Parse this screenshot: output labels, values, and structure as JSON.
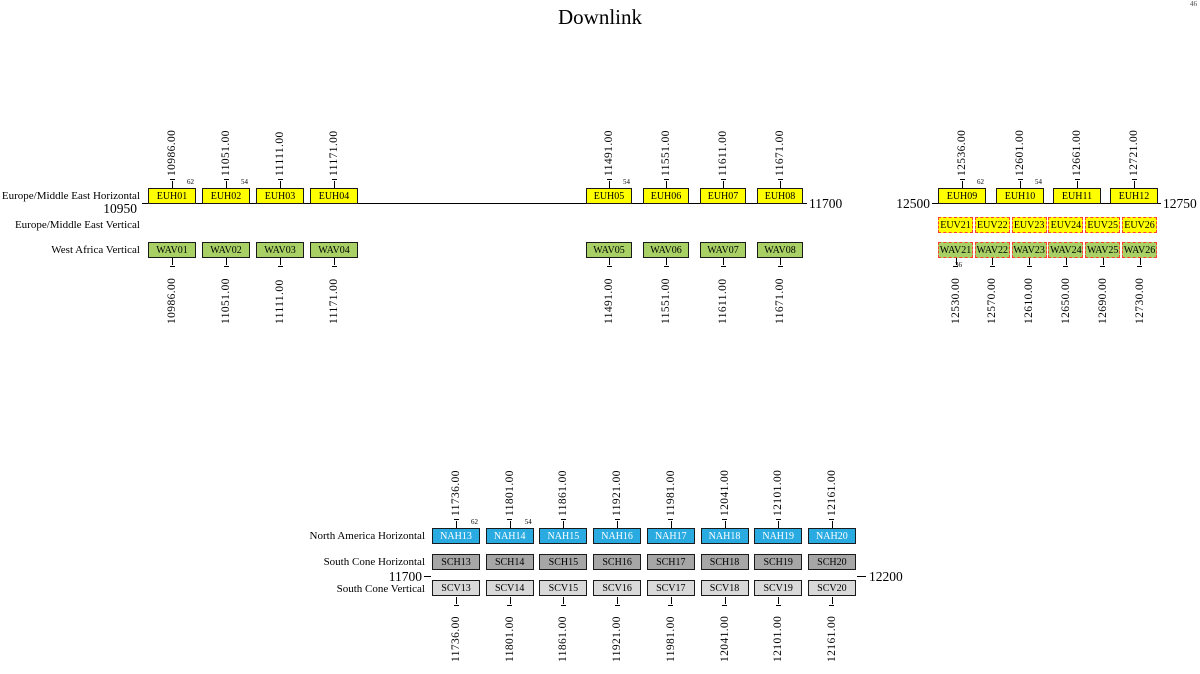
{
  "title": "Downlink",
  "corner_note": "46",
  "colors": {
    "euh_fill": "#FFFF00",
    "euv_fill": "#FFFF00",
    "wav_fill": "#A8D065",
    "nah_fill": "#29ABE2",
    "sch_fill": "#A6A6A6",
    "scv_fill": "#D9D9D9",
    "dashed_border": "#FF4030",
    "nah_text": "#FFFFFF",
    "line": "#000000"
  },
  "top_section": {
    "row_labels": {
      "euh": "Europe/Middle East Horizontal",
      "euv": "Europe/Middle East Vertical",
      "wav": "West Africa Vertical"
    },
    "axis_labels": {
      "left": "10950",
      "mid": "11700",
      "right_start": "12500",
      "right_end": "12750"
    },
    "groups": [
      {
        "freqs_top": [
          "10986.00",
          "11051.00",
          "11111.00",
          "11171.00"
        ],
        "euh_boxes": [
          "EUH01",
          "EUH02",
          "EUH03",
          "EUH04"
        ],
        "wav_boxes": [
          "WAV01",
          "WAV02",
          "WAV03",
          "WAV04"
        ],
        "freqs_bottom": [
          "10986.00",
          "11051.00",
          "11111.00",
          "11171.00"
        ],
        "bw_top": [
          "62",
          "54",
          "",
          ""
        ]
      },
      {
        "freqs_top": [
          "11491.00",
          "11551.00",
          "11611.00",
          "11671.00"
        ],
        "euh_boxes": [
          "EUH05",
          "EUH06",
          "EUH07",
          "EUH08"
        ],
        "wav_boxes": [
          "WAV05",
          "WAV06",
          "WAV07",
          "WAV08"
        ],
        "freqs_bottom": [
          "11491.00",
          "11551.00",
          "11611.00",
          "11671.00"
        ],
        "bw_top": [
          "54",
          "",
          "",
          ""
        ]
      },
      {
        "freqs_top": [
          "12536.00",
          "12601.00",
          "12661.00",
          "12721.00"
        ],
        "euh_boxes": [
          "EUH09",
          "EUH10",
          "EUH11",
          "EUH12"
        ],
        "euv_boxes": [
          "EUV21",
          "EUV22",
          "EUV23",
          "EUV24",
          "EUV25",
          "EUV26"
        ],
        "wav_boxes": [
          "WAV21",
          "WAV22",
          "WAV23",
          "WAV24",
          "WAV25",
          "WAV26"
        ],
        "freqs_bottom": [
          "12530.00",
          "12570.00",
          "12610.00",
          "12650.00",
          "12690.00",
          "12730.00"
        ],
        "bw_top": [
          "62",
          "54",
          "",
          ""
        ],
        "bw_bottom": "36"
      }
    ]
  },
  "bottom_section": {
    "row_labels": {
      "nah": "North America Horizontal",
      "sch": "South Cone Horizontal",
      "scv": "South Cone Vertical"
    },
    "axis_labels": {
      "left": "11700",
      "right": "12200"
    },
    "freqs_top": [
      "11736.00",
      "11801.00",
      "11861.00",
      "11921.00",
      "11981.00",
      "12041.00",
      "12101.00",
      "12161.00"
    ],
    "nah_boxes": [
      "NAH13",
      "NAH14",
      "NAH15",
      "NAH16",
      "NAH17",
      "NAH18",
      "NAH19",
      "NAH20"
    ],
    "sch_boxes": [
      "SCH13",
      "SCH14",
      "SCH15",
      "SCH16",
      "SCH17",
      "SCH18",
      "SCH19",
      "SCH20"
    ],
    "scv_boxes": [
      "SCV13",
      "SCV14",
      "SCV15",
      "SCV16",
      "SCV17",
      "SCV18",
      "SCV19",
      "SCV20"
    ],
    "freqs_bottom": [
      "11736.00",
      "11801.00",
      "11861.00",
      "11921.00",
      "11981.00",
      "12041.00",
      "12101.00",
      "12161.00"
    ],
    "bw_top": [
      "62",
      "54",
      "",
      "",
      "",
      "",
      "",
      ""
    ]
  }
}
